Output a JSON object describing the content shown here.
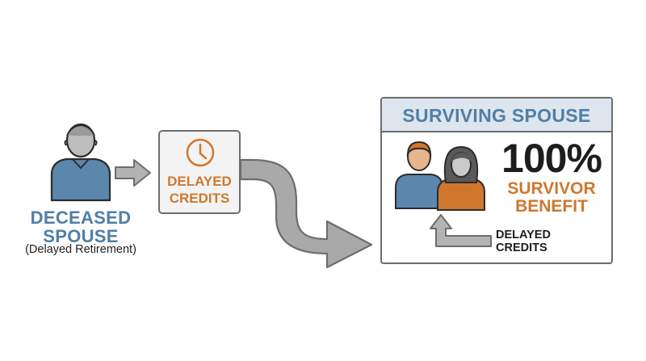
{
  "deceased": {
    "line1": "DECEASED",
    "line2": "SPOUSE",
    "subtitle": "(Delayed Retirement)",
    "icon": "elderly-person-icon"
  },
  "delayed_credits_box": {
    "line1": "DELAYED",
    "line2": "CREDITS",
    "icon": "clock-icon"
  },
  "surviving_panel": {
    "title": "SURVIVING SPOUSE",
    "icon": "couple-icon",
    "benefit_percent": "100%",
    "benefit_line1": "SURVIVOR",
    "benefit_line2": "BENEFIT",
    "credits_line1": "DELAYED",
    "credits_line2": "CREDITS"
  },
  "colors": {
    "blue": "#4f7fa6",
    "orange": "#d0772e",
    "gray_arrow": "#a9a9a9",
    "outline": "#6d6d6d",
    "header_bg": "#dde5ee",
    "dark_text": "#1d1d1d"
  }
}
